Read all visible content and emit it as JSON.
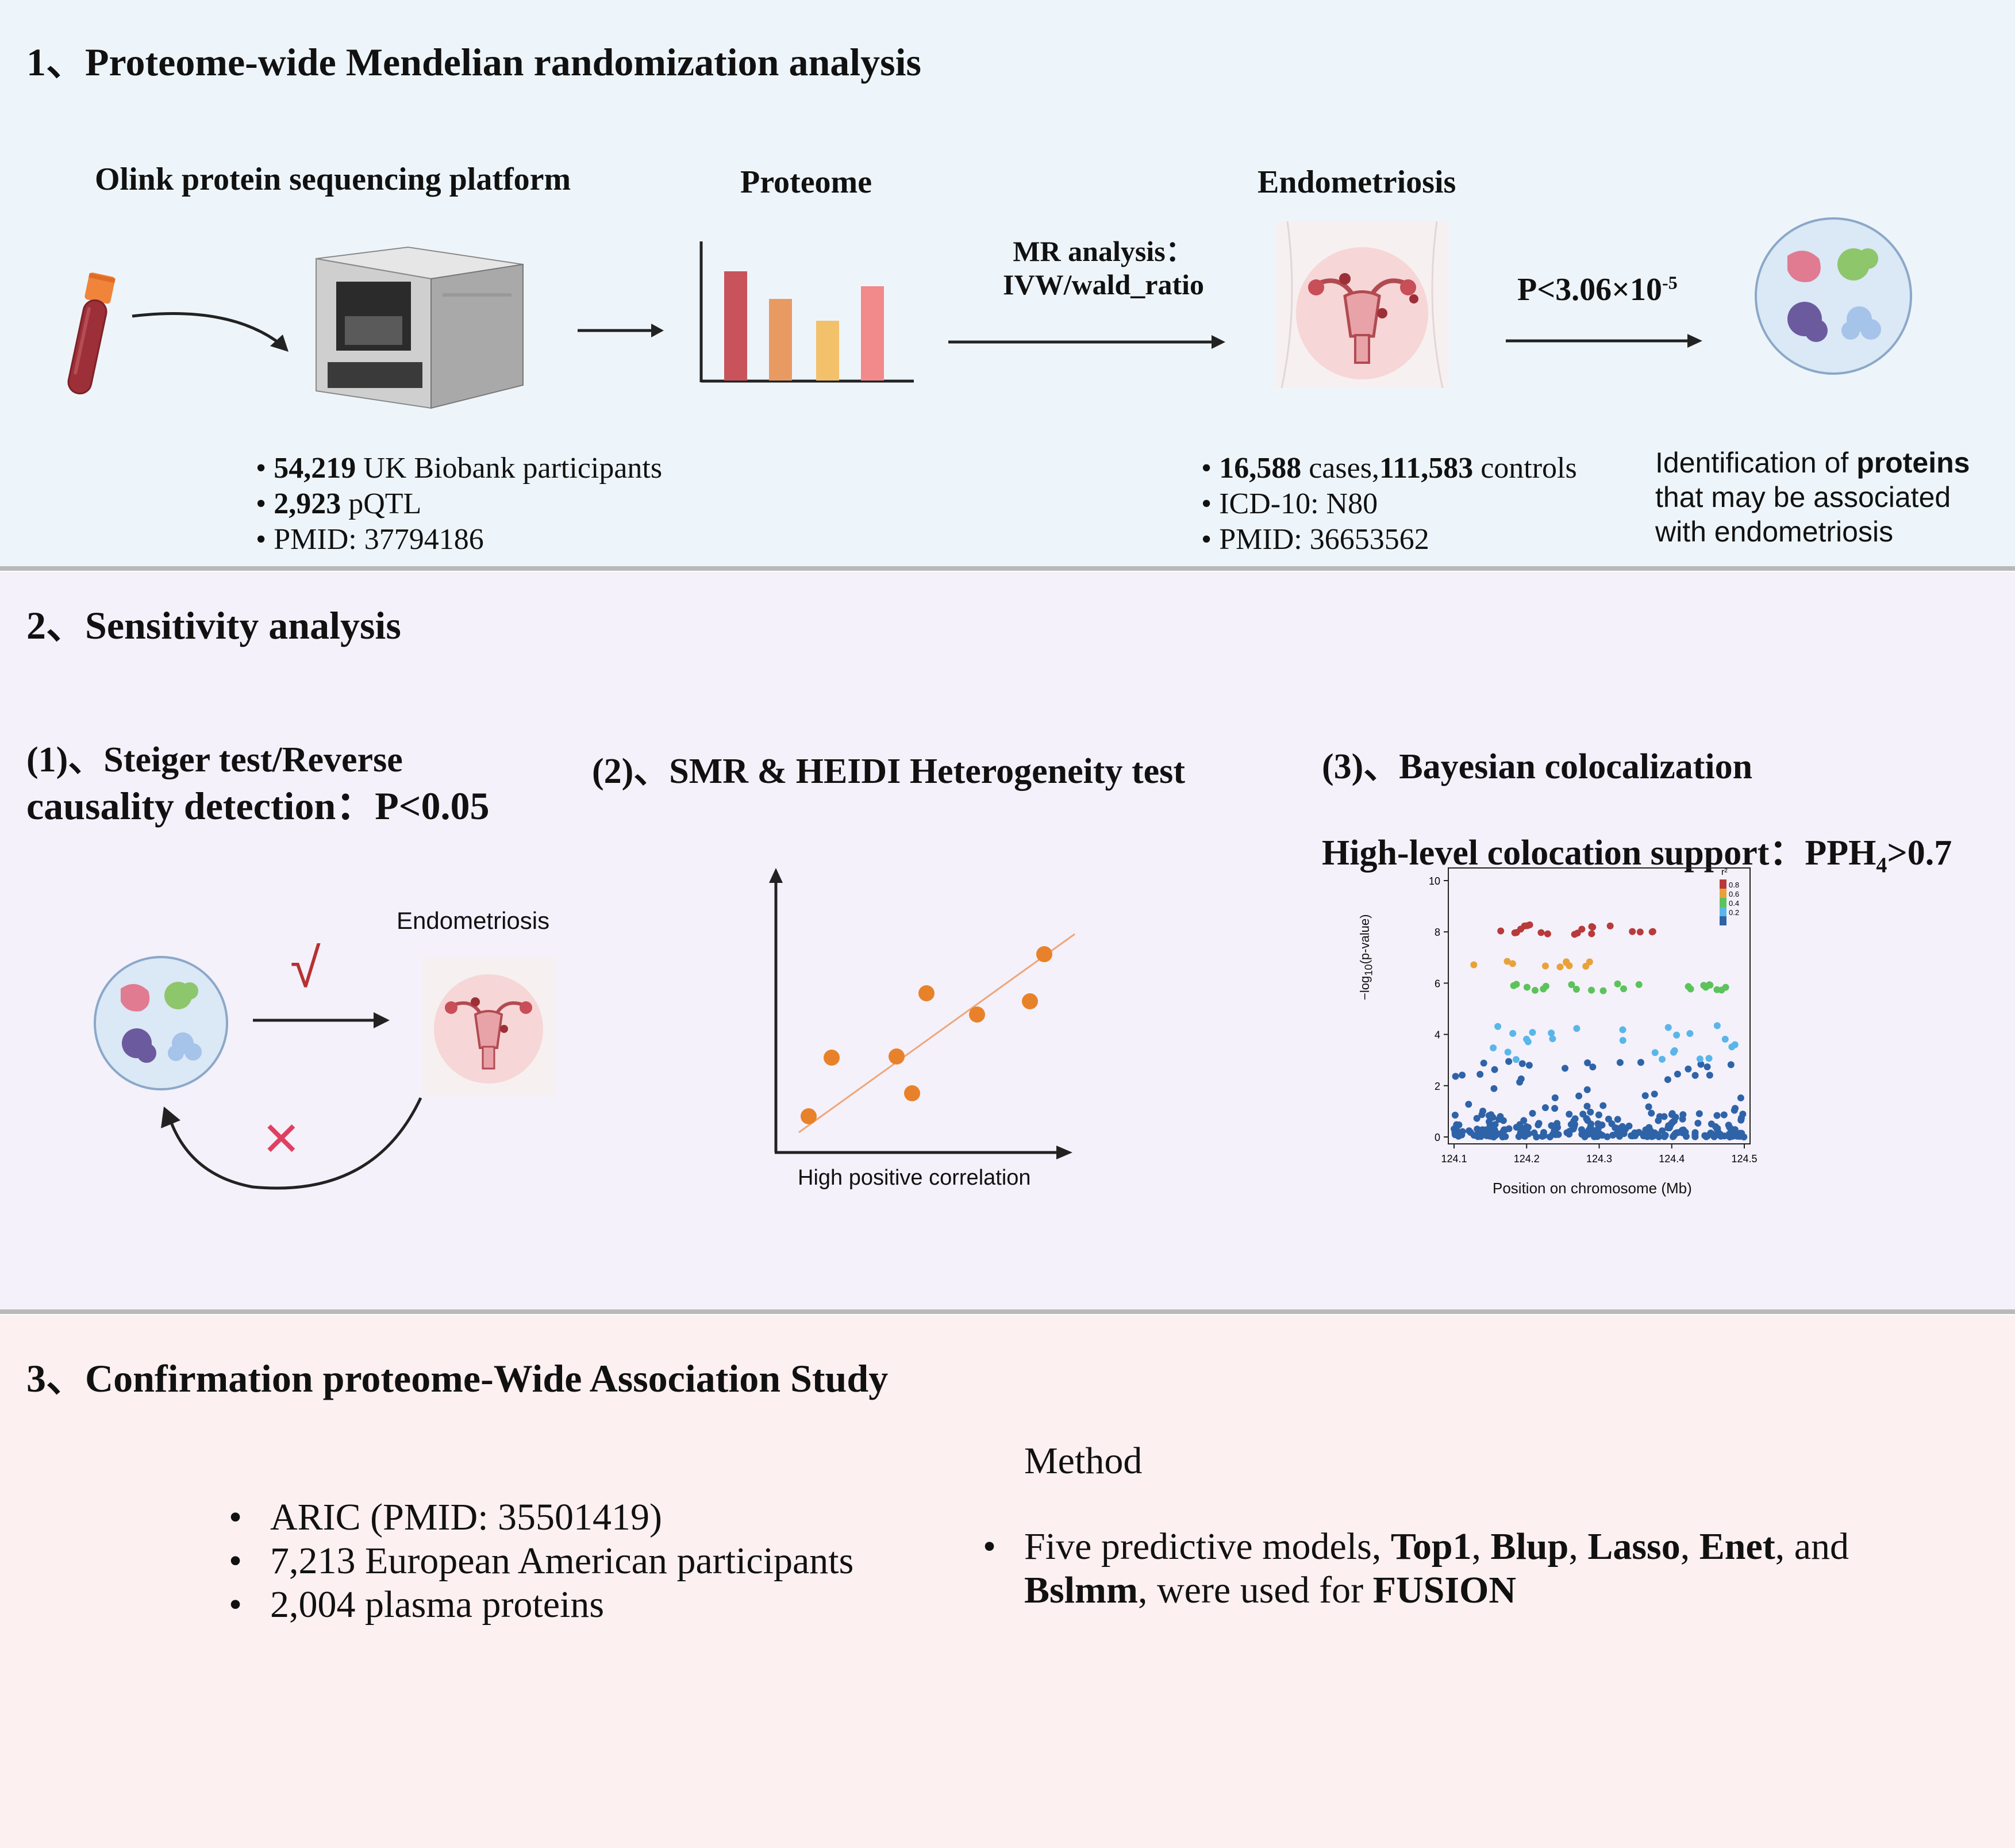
{
  "section1": {
    "title": "1、Proteome-wide Mendelian randomization  analysis",
    "olink_label": "Olink protein sequencing platform",
    "proteome_label": "Proteome",
    "mr_label_line1": "MR analysis：",
    "mr_label_line2": "IVW/wald_ratio",
    "endometriosis_label": "Endometriosis",
    "pvalue_prefix": "P<3.06×10",
    "pvalue_exp": "-5",
    "pqtl_bullets": [
      {
        "bold": "54,219",
        "rest": " UK Biobank participants"
      },
      {
        "bold": "2,923",
        "rest": " pQTL"
      },
      {
        "bold": "",
        "rest": "PMID: 37794186"
      }
    ],
    "outcome_bullets": {
      "line1": {
        "bold1": "16,588",
        "mid": " cases,",
        "bold2": "111,583",
        "rest": " controls"
      },
      "line2": "ICD-10: N80",
      "line3": "PMID: 36653562"
    },
    "identification": {
      "line1_pre": "Identification of ",
      "line1_bold": "proteins",
      "line2": "that may be associated",
      "line3": "with endometriosis"
    },
    "colors": {
      "bar1": "#c8535a",
      "bar2": "#e99a63",
      "bar3": "#f3c16a",
      "bar4": "#f2898a",
      "tube": "#9c2f37",
      "cap": "#f0843a"
    }
  },
  "section2": {
    "title": "2、Sensitivity analysis",
    "sub1_line1": "(1)、Steiger test/Reverse",
    "sub1_line2": "causality detection：P<0.05",
    "sub2": "(2)、SMR & HEIDI Heterogeneity test",
    "sub3": "(3)、Bayesian colocalization",
    "sub3_support_prefix": "High-level colocation support：PPH",
    "sub3_support_sub": "4",
    "sub3_support_suffix": ">0.7",
    "endometriosis_label": "Endometriosis",
    "check_mark": "√",
    "cross_mark": "✕",
    "scatter_caption": "High positive correlation",
    "locus": {
      "xlabel": "Position on chromosome (Mb)",
      "ylabel_pre": "−log",
      "ylabel_sub": "10",
      "ylabel_post": "(p-value)",
      "xticks": [
        "124.1",
        "124.2",
        "124.3",
        "124.4",
        "124.5"
      ],
      "yticks": [
        "0",
        "2",
        "4",
        "6",
        "8",
        "10"
      ],
      "legend_title": "r²",
      "legend_ticks": [
        "0.8",
        "0.6",
        "0.4",
        "0.2"
      ],
      "legend_colors": [
        "#b83a3a",
        "#e8a23a",
        "#5cc35a",
        "#5ab6e8",
        "#2f63a8"
      ]
    }
  },
  "section3": {
    "title": "3、Confirmation proteome-Wide Association Study",
    "left_bullets": [
      "ARIC (PMID: 35501419)",
      "7,213 European American participants",
      "2,004 plasma proteins"
    ],
    "method_heading": "Method",
    "method_line1_parts": [
      {
        "t": "Five predictive models, ",
        "b": false
      },
      {
        "t": "Top1",
        "b": true
      },
      {
        "t": ", ",
        "b": false
      },
      {
        "t": "Blup",
        "b": true
      },
      {
        "t": ", ",
        "b": false
      },
      {
        "t": "Lasso",
        "b": true
      },
      {
        "t": ", ",
        "b": false
      },
      {
        "t": "Enet",
        "b": true
      },
      {
        "t": ", and",
        "b": false
      }
    ],
    "method_line2_parts": [
      {
        "t": "Bslmm",
        "b": true
      },
      {
        "t": ", were used for ",
        "b": false
      },
      {
        "t": "FUSION",
        "b": true
      }
    ]
  }
}
